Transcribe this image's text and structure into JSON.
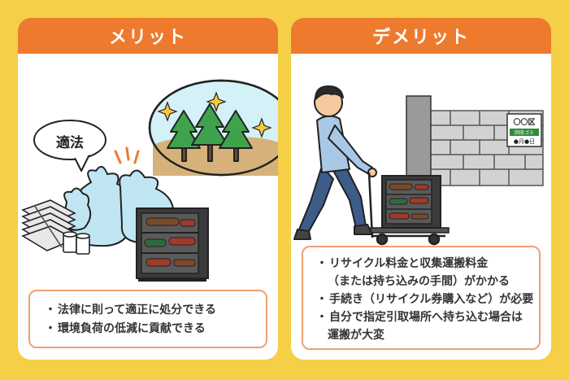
{
  "colors": {
    "background": "#F5CF46",
    "header": "#EE7A2E",
    "box_border": "#F0A070",
    "text": "#333333"
  },
  "merit": {
    "title": "メリット",
    "speech_bubble": "適法",
    "items": [
      "法律に則って適正に処分できる",
      "環境負荷の低減に貢献できる"
    ]
  },
  "demerit": {
    "title": "デメリット",
    "sign_title": "〇〇区",
    "sign_label": "回収ゴミ",
    "sign_date": "●月●日",
    "items": [
      "リサイクル料金と収集運搬料金",
      "（または持ち込みの手間）がかかる",
      "手続き（リサイクル券購入など）が必要",
      "自分で指定引取場所へ持ち込む場合は",
      "運搬が大変"
    ]
  }
}
